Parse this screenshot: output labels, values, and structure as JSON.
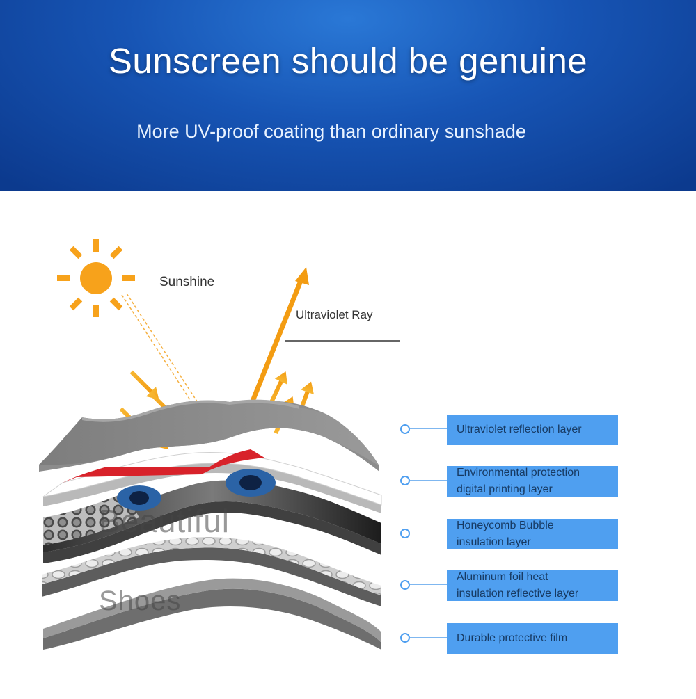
{
  "banner": {
    "title": "Sunscreen should be genuine",
    "subtitle": "More UV-proof coating than ordinary sunshade"
  },
  "diagram": {
    "sun_label": "Sunshine",
    "uv_label": "Ultraviolet Ray",
    "layers": [
      {
        "line1": "Ultraviolet reflection layer",
        "line2": ""
      },
      {
        "line1": "Environmental protection",
        "line2": "digital printing layer"
      },
      {
        "line1": "Honeycomb Bubble",
        "line2": "insulation layer"
      },
      {
        "line1": "Aluminum foil heat",
        "line2": "insulation reflective layer"
      },
      {
        "line1": "Durable protective film",
        "line2": ""
      }
    ],
    "watermark": [
      "Beautiful",
      "Shoes"
    ]
  },
  "colors": {
    "banner_blue": "#1755b5",
    "label_box_blue": "#4f9ff0",
    "sun_orange": "#f7a21b",
    "arrow_orange": "#f5a623",
    "layer_gray": "#8a8a8a",
    "print_red": "#d8222a"
  }
}
